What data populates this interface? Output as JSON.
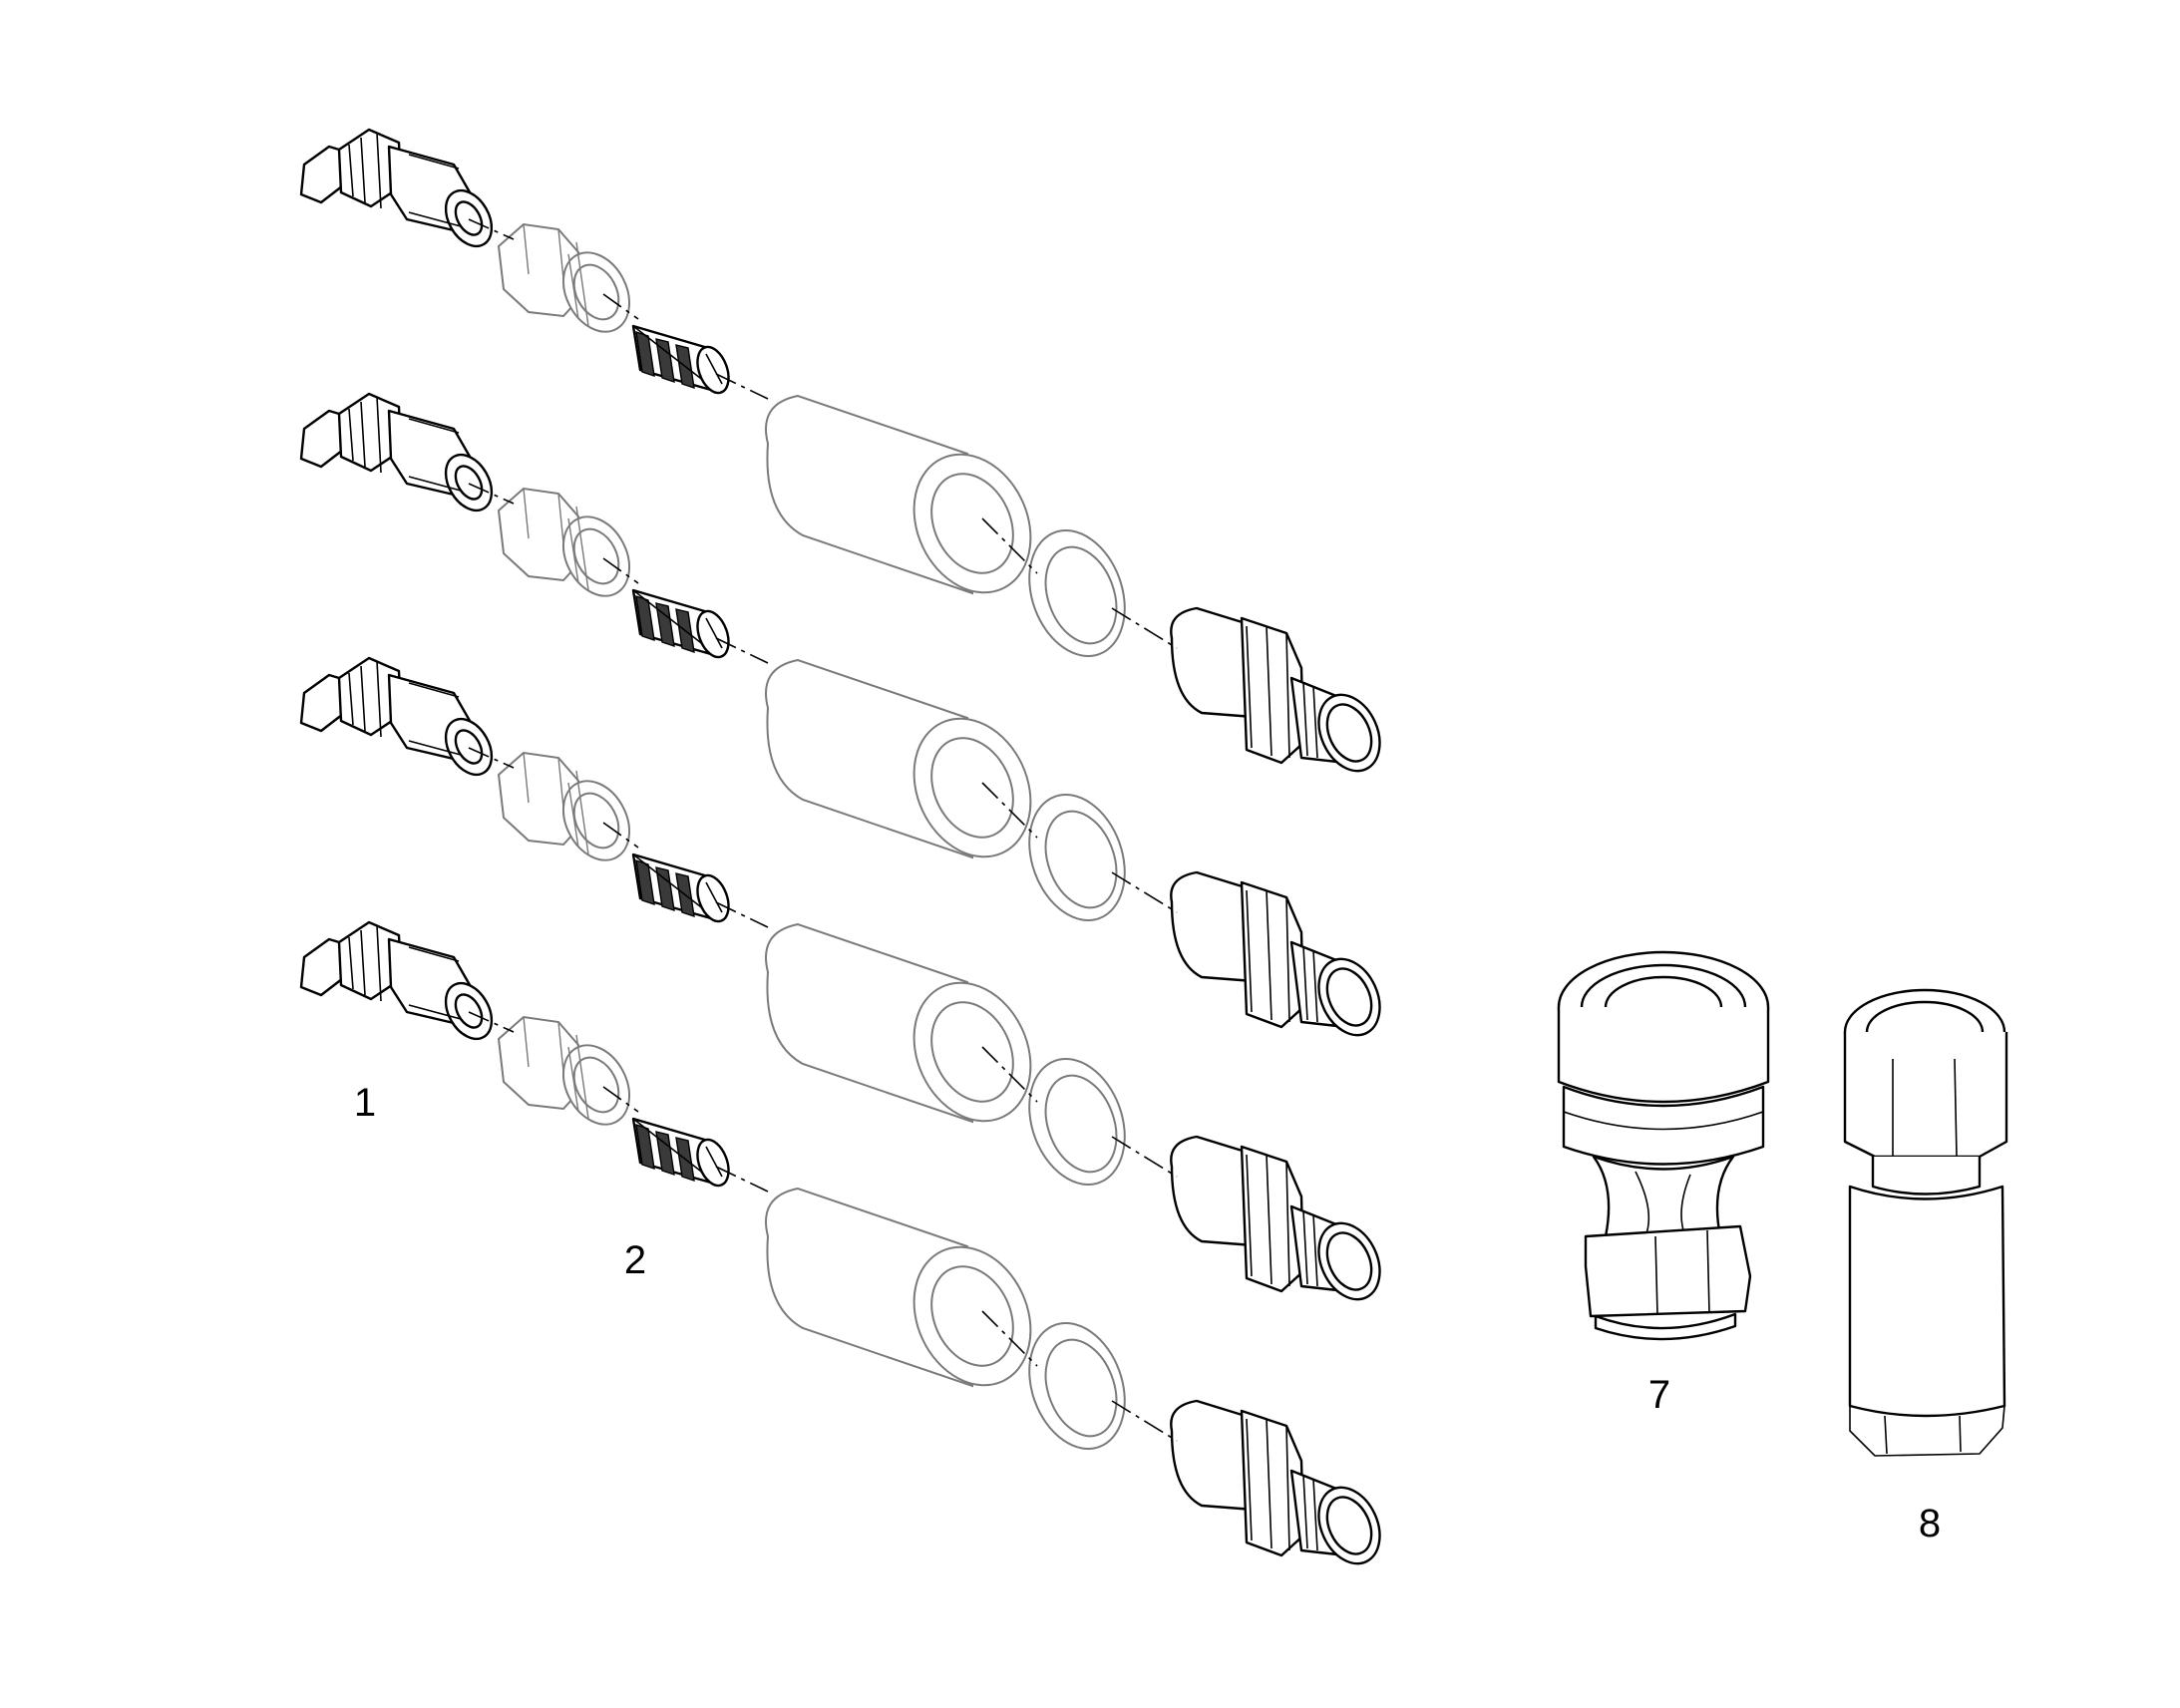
{
  "labels": {
    "item_1": "1",
    "item_2": "2",
    "item_7": "7",
    "item_8": "8"
  },
  "colors": {
    "line": "#000000",
    "light_line": "#7a7a7a",
    "background": "#ffffff"
  }
}
